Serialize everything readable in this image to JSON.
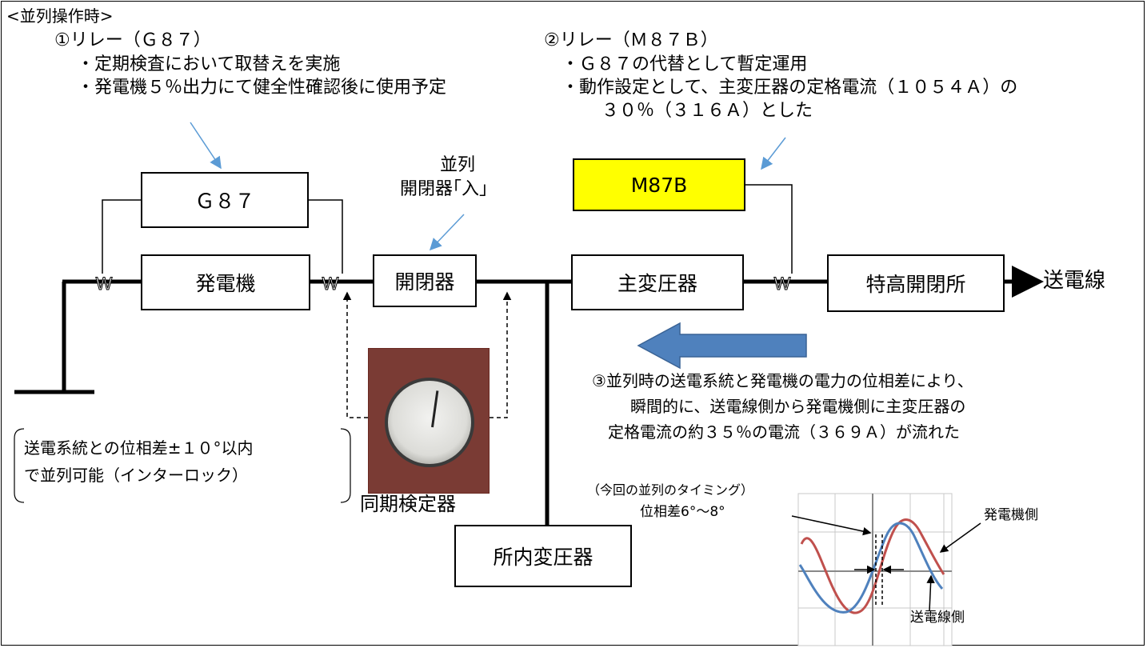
{
  "title": "<並列操作時>",
  "relay1": {
    "heading": "①リレー（Ｇ８７）",
    "line1": "・定期検査において取替えを実施",
    "line2": "・発電機５％出力にて健全性確認後に使用予定"
  },
  "relay2": {
    "heading": "②リレー（Ｍ８７Ｂ）",
    "line1": "・Ｇ８７の代替として暫定運用",
    "line2": "・動作設定として、主変圧器の定格電流（１０５４Ａ）の",
    "line3": "３０％（３１６Ａ）とした"
  },
  "breaker_label": {
    "line1": "並列",
    "line2": "開閉器｢入｣"
  },
  "boxes": {
    "g87": "Ｇ８７",
    "m87b": "M87B",
    "generator": "発電機",
    "breaker": "開閉器",
    "main_transformer": "主変圧器",
    "substation": "特高開閉所",
    "house_transformer": "所内変圧器"
  },
  "transmission_line": "送電線",
  "ct_symbol": "W",
  "synchroscope_label": "同期検定器",
  "interlock_note": {
    "line1": "送電系統との位相差±１０°以内",
    "line2": "で並列可能（インターロック）"
  },
  "cause": {
    "line1": "③並列時の送電系統と発電機の電力の位相差により、",
    "line2": "瞬間的に、送電線側から発電機側に主変圧器の",
    "line3": "定格電流の約３５％の電流（３６９Ａ）が流れた"
  },
  "waveform": {
    "timing_label": "（今回の並列のタイミング）",
    "phase_label": "位相差6°～8°",
    "generator_side": "発電機側",
    "grid_side": "送電線側",
    "colors": {
      "generator": "#c0504d",
      "grid": "#4f81bd"
    }
  },
  "colors": {
    "arrow": "#4f81bd",
    "relay_highlight": "#ffff00",
    "callout": "#5b9bd5"
  }
}
